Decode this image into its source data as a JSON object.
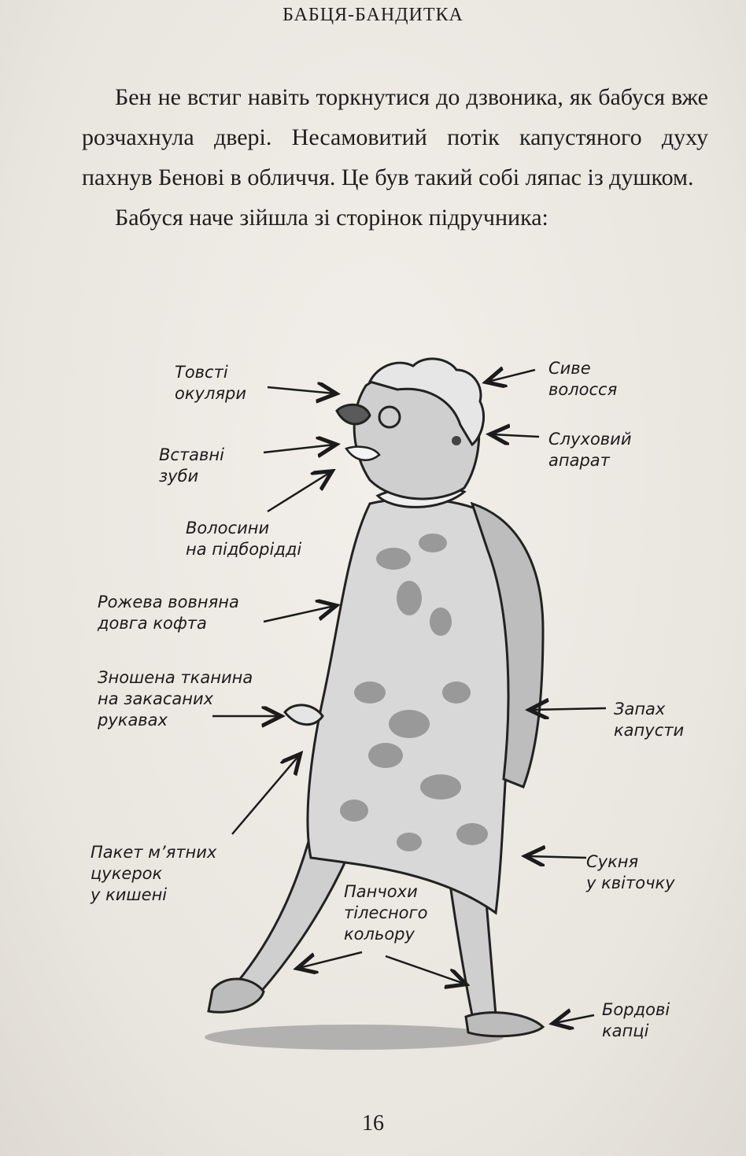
{
  "running_head": "БАБЦЯ-БАНДИТКА",
  "paragraphs": [
    "Бен не встиг навіть торкнутися до дзвоника, як бабуся вже розчахнула двері. Несамовитий потік капустяного духу пахнув Бенові в обличчя. Це був такий собі ляпас із душком.",
    "Бабуся наче зійшла зі сторінок підручника:"
  ],
  "labels": {
    "glasses": "Товсті\nокуляри",
    "teeth": "Вставні\nзуби",
    "chin_hairs": "Волосини\nна підборідді",
    "cardigan": "Рожева вовняна\nдовга кофта",
    "fabric": "Зношена тканина\nна закасаних\nрукавах",
    "sweets": "Пакет м’ятних\nцукерок\nу кишені",
    "hair": "Сиве\nволосся",
    "hearing_aid": "Слуховий\nапарат",
    "cabbage": "Запах\nкапусти",
    "dress": "Сукня\nу квіточку",
    "stockings": "Панчохи\nтілесного\nкольору",
    "slippers": "Бордові\nкапці"
  },
  "page_number": "16",
  "colors": {
    "ink": "#1e1e1e",
    "paper": "#ece9e4",
    "wash": "#8f8f8f"
  }
}
